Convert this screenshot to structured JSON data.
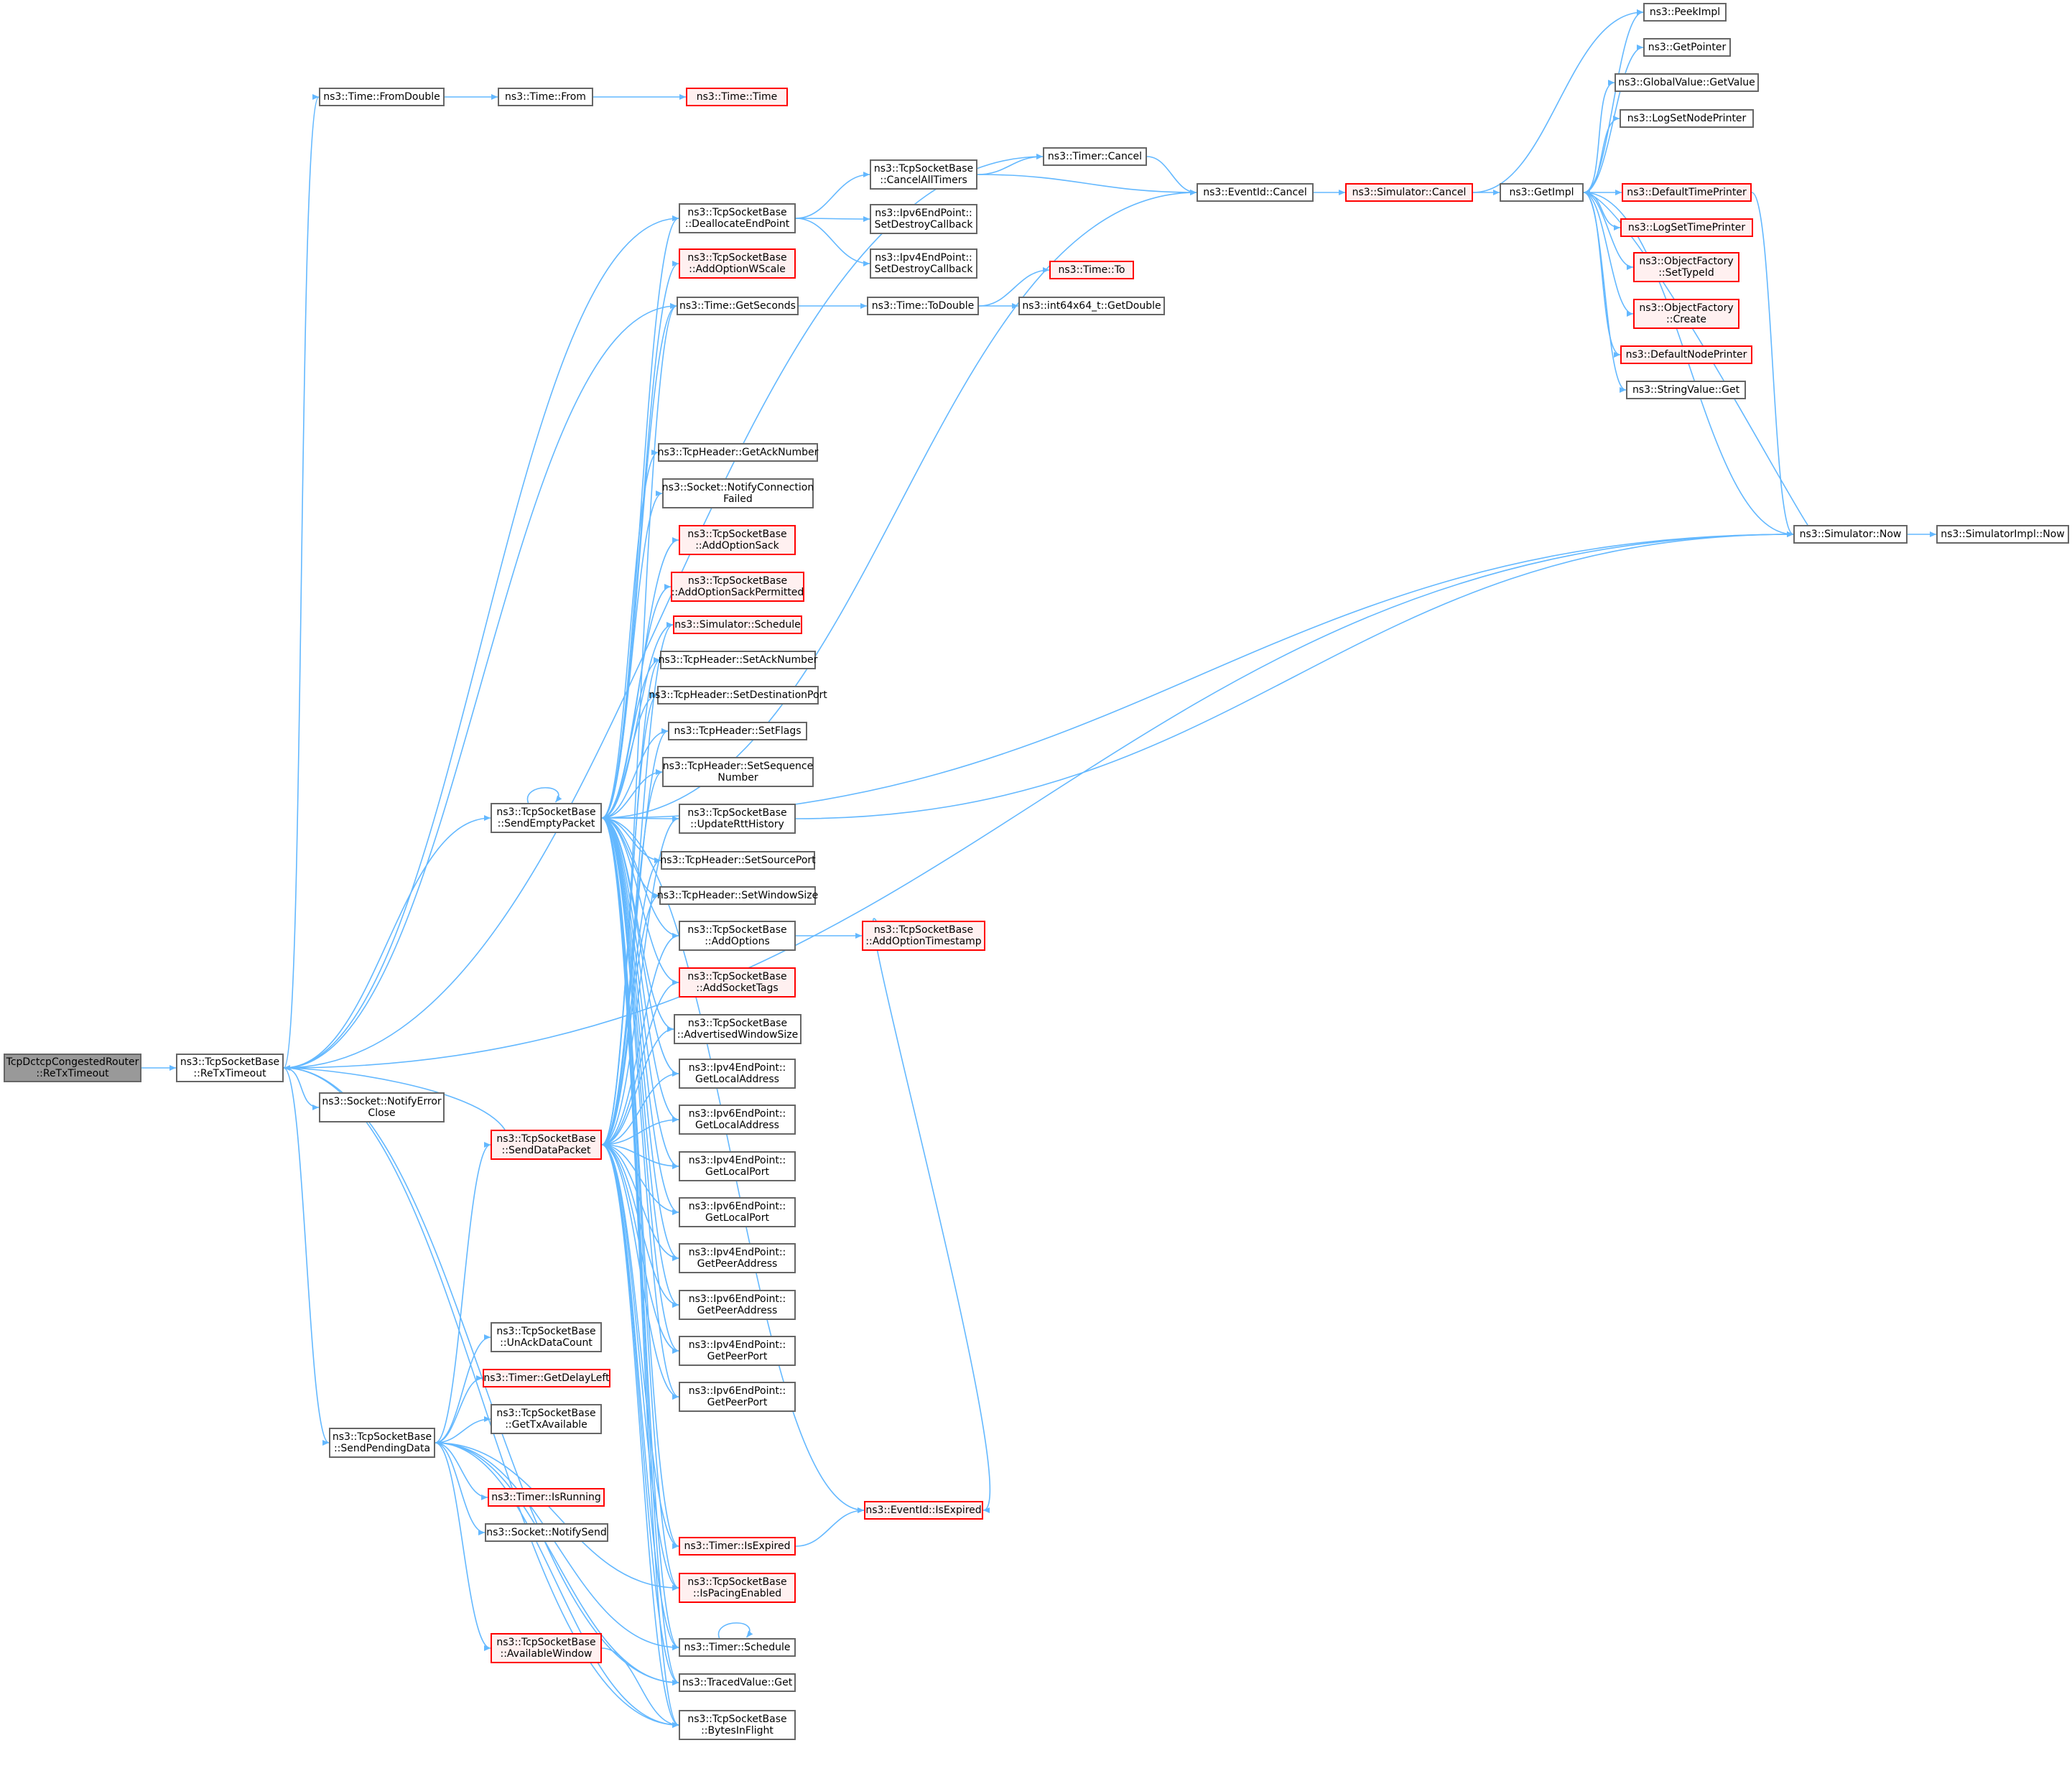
{
  "colors": {
    "edge": "#63b8ff",
    "border": "#666666",
    "red_border": "#ff0000",
    "red_fill": "#fff0f0",
    "root_fill": "#999999"
  },
  "nodes": [
    {
      "id": "n0",
      "label": "TcpDctcpCongestedRouter\n::ReTxTimeout",
      "style": "root"
    },
    {
      "id": "n1",
      "label": "ns3::TcpSocketBase\n::ReTxTimeout",
      "style": "normal"
    },
    {
      "id": "n2",
      "label": "ns3::Time::FromDouble",
      "style": "normal"
    },
    {
      "id": "n3",
      "label": "ns3::Time::From",
      "style": "normal"
    },
    {
      "id": "n4",
      "label": "ns3::Time::Time",
      "style": "red"
    },
    {
      "id": "n5",
      "label": "ns3::Timer::Cancel",
      "style": "normal"
    },
    {
      "id": "n6",
      "label": "ns3::EventId::Cancel",
      "style": "normal"
    },
    {
      "id": "n7",
      "label": "ns3::Simulator::Cancel",
      "style": "red"
    },
    {
      "id": "n8",
      "label": "ns3::GetImpl",
      "style": "normal"
    },
    {
      "id": "n9",
      "label": "ns3::PeekImpl",
      "style": "normal"
    },
    {
      "id": "n10",
      "label": "ns3::GetPointer",
      "style": "normal"
    },
    {
      "id": "n11",
      "label": "ns3::GlobalValue::GetValue",
      "style": "normal"
    },
    {
      "id": "n12",
      "label": "ns3::LogSetNodePrinter",
      "style": "normal"
    },
    {
      "id": "n13",
      "label": "ns3::DefaultTimePrinter",
      "style": "red"
    },
    {
      "id": "n14",
      "label": "ns3::LogSetTimePrinter",
      "style": "red"
    },
    {
      "id": "n15",
      "label": "ns3::ObjectFactory\n::SetTypeId",
      "style": "red"
    },
    {
      "id": "n16",
      "label": "ns3::ObjectFactory\n::Create",
      "style": "red"
    },
    {
      "id": "n17",
      "label": "ns3::DefaultNodePrinter",
      "style": "red"
    },
    {
      "id": "n18",
      "label": "ns3::StringValue::Get",
      "style": "normal"
    },
    {
      "id": "n19",
      "label": "ns3::Simulator::Now",
      "style": "normal"
    },
    {
      "id": "n20",
      "label": "ns3::SimulatorImpl::Now",
      "style": "normal"
    },
    {
      "id": "n21",
      "label": "ns3::TcpSocketBase\n::DeallocateEndPoint",
      "style": "normal"
    },
    {
      "id": "n22",
      "label": "ns3::TcpSocketBase\n::CancelAllTimers",
      "style": "normal"
    },
    {
      "id": "n23",
      "label": "ns3::Ipv6EndPoint::\nSetDestroyCallback",
      "style": "normal"
    },
    {
      "id": "n24",
      "label": "ns3::Ipv4EndPoint::\nSetDestroyCallback",
      "style": "normal"
    },
    {
      "id": "n25",
      "label": "ns3::TcpSocketBase\n::AddOptionWScale",
      "style": "red"
    },
    {
      "id": "n26",
      "label": "ns3::Time::GetSeconds",
      "style": "normal"
    },
    {
      "id": "n27",
      "label": "ns3::Time::ToDouble",
      "style": "normal"
    },
    {
      "id": "n28",
      "label": "ns3::Time::To",
      "style": "red"
    },
    {
      "id": "n29",
      "label": "ns3::int64x64_t::GetDouble",
      "style": "normal"
    },
    {
      "id": "n30",
      "label": "ns3::TcpHeader::GetAckNumber",
      "style": "normal"
    },
    {
      "id": "n31",
      "label": "ns3::Socket::NotifyConnection\nFailed",
      "style": "normal"
    },
    {
      "id": "n32",
      "label": "ns3::TcpSocketBase\n::AddOptionSack",
      "style": "red"
    },
    {
      "id": "n33",
      "label": "ns3::TcpSocketBase\n::AddOptionSackPermitted",
      "style": "red"
    },
    {
      "id": "n34",
      "label": "ns3::Simulator::Schedule",
      "style": "red"
    },
    {
      "id": "n35",
      "label": "ns3::TcpHeader::SetAckNumber",
      "style": "normal"
    },
    {
      "id": "n36",
      "label": "ns3::TcpHeader::SetDestinationPort",
      "style": "normal"
    },
    {
      "id": "n37",
      "label": "ns3::TcpHeader::SetFlags",
      "style": "normal"
    },
    {
      "id": "n38",
      "label": "ns3::TcpHeader::SetSequence\nNumber",
      "style": "normal"
    },
    {
      "id": "n39",
      "label": "ns3::TcpSocketBase\n::SendEmptyPacket",
      "style": "normal"
    },
    {
      "id": "n40",
      "label": "ns3::TcpSocketBase\n::UpdateRttHistory",
      "style": "normal"
    },
    {
      "id": "n41",
      "label": "ns3::TcpHeader::SetSourcePort",
      "style": "normal"
    },
    {
      "id": "n42",
      "label": "ns3::TcpHeader::SetWindowSize",
      "style": "normal"
    },
    {
      "id": "n43",
      "label": "ns3::TcpSocketBase\n::AddOptions",
      "style": "normal"
    },
    {
      "id": "n44",
      "label": "ns3::TcpSocketBase\n::AddOptionTimestamp",
      "style": "red"
    },
    {
      "id": "n45",
      "label": "ns3::TcpSocketBase\n::AddSocketTags",
      "style": "red"
    },
    {
      "id": "n46",
      "label": "ns3::TcpSocketBase\n::AdvertisedWindowSize",
      "style": "normal"
    },
    {
      "id": "n47",
      "label": "ns3::Socket::NotifyError\nClose",
      "style": "normal"
    },
    {
      "id": "n48",
      "label": "ns3::Ipv4EndPoint::\nGetLocalAddress",
      "style": "normal"
    },
    {
      "id": "n49",
      "label": "ns3::Ipv6EndPoint::\nGetLocalAddress",
      "style": "normal"
    },
    {
      "id": "n50",
      "label": "ns3::TcpSocketBase\n::SendDataPacket",
      "style": "red"
    },
    {
      "id": "n51",
      "label": "ns3::Ipv4EndPoint::\nGetLocalPort",
      "style": "normal"
    },
    {
      "id": "n52",
      "label": "ns3::Ipv6EndPoint::\nGetLocalPort",
      "style": "normal"
    },
    {
      "id": "n53",
      "label": "ns3::Ipv4EndPoint::\nGetPeerAddress",
      "style": "normal"
    },
    {
      "id": "n54",
      "label": "ns3::Ipv6EndPoint::\nGetPeerAddress",
      "style": "normal"
    },
    {
      "id": "n55",
      "label": "ns3::Ipv4EndPoint::\nGetPeerPort",
      "style": "normal"
    },
    {
      "id": "n56",
      "label": "ns3::TcpSocketBase\n::UnAckDataCount",
      "style": "normal"
    },
    {
      "id": "n57",
      "label": "ns3::Ipv6EndPoint::\nGetPeerPort",
      "style": "normal"
    },
    {
      "id": "n58",
      "label": "ns3::Timer::GetDelayLeft",
      "style": "red"
    },
    {
      "id": "n59",
      "label": "ns3::TcpSocketBase\n::GetTxAvailable",
      "style": "normal"
    },
    {
      "id": "n60",
      "label": "ns3::TcpSocketBase\n::SendPendingData",
      "style": "normal"
    },
    {
      "id": "n61",
      "label": "ns3::Timer::IsRunning",
      "style": "red"
    },
    {
      "id": "n62",
      "label": "ns3::EventId::IsExpired",
      "style": "red"
    },
    {
      "id": "n63",
      "label": "ns3::Socket::NotifySend",
      "style": "normal"
    },
    {
      "id": "n64",
      "label": "ns3::Timer::IsExpired",
      "style": "red"
    },
    {
      "id": "n65",
      "label": "ns3::TcpSocketBase\n::IsPacingEnabled",
      "style": "red"
    },
    {
      "id": "n66",
      "label": "ns3::TcpSocketBase\n::AvailableWindow",
      "style": "red"
    },
    {
      "id": "n67",
      "label": "ns3::Timer::Schedule",
      "style": "normal"
    },
    {
      "id": "n68",
      "label": "ns3::TracedValue::Get",
      "style": "normal"
    },
    {
      "id": "n69",
      "label": "ns3::TcpSocketBase\n::BytesInFlight",
      "style": "normal"
    }
  ],
  "edges": [
    [
      "n0",
      "n1"
    ],
    [
      "n1",
      "n2"
    ],
    [
      "n1",
      "n5"
    ],
    [
      "n1",
      "n21"
    ],
    [
      "n1",
      "n26"
    ],
    [
      "n1",
      "n39"
    ],
    [
      "n1",
      "n47"
    ],
    [
      "n1",
      "n60"
    ],
    [
      "n1",
      "n68"
    ],
    [
      "n1",
      "n69"
    ],
    [
      "n1",
      "n19"
    ],
    [
      "n2",
      "n3"
    ],
    [
      "n3",
      "n4"
    ],
    [
      "n5",
      "n6"
    ],
    [
      "n6",
      "n7"
    ],
    [
      "n7",
      "n8"
    ],
    [
      "n7",
      "n9"
    ],
    [
      "n8",
      "n9"
    ],
    [
      "n8",
      "n10"
    ],
    [
      "n8",
      "n11"
    ],
    [
      "n8",
      "n12"
    ],
    [
      "n8",
      "n13"
    ],
    [
      "n8",
      "n14"
    ],
    [
      "n8",
      "n15"
    ],
    [
      "n8",
      "n16"
    ],
    [
      "n8",
      "n17"
    ],
    [
      "n8",
      "n18"
    ],
    [
      "n8",
      "n19"
    ],
    [
      "n13",
      "n19"
    ],
    [
      "n19",
      "n20"
    ],
    [
      "n19",
      "n8"
    ],
    [
      "n21",
      "n22"
    ],
    [
      "n21",
      "n23"
    ],
    [
      "n21",
      "n24"
    ],
    [
      "n22",
      "n5"
    ],
    [
      "n22",
      "n6"
    ],
    [
      "n26",
      "n27"
    ],
    [
      "n27",
      "n28"
    ],
    [
      "n27",
      "n29"
    ],
    [
      "n39",
      "n6"
    ],
    [
      "n39",
      "n19"
    ],
    [
      "n39",
      "n21"
    ],
    [
      "n39",
      "n25"
    ],
    [
      "n39",
      "n26"
    ],
    [
      "n39",
      "n30"
    ],
    [
      "n39",
      "n31"
    ],
    [
      "n39",
      "n32"
    ],
    [
      "n39",
      "n33"
    ],
    [
      "n39",
      "n34"
    ],
    [
      "n39",
      "n35"
    ],
    [
      "n39",
      "n36"
    ],
    [
      "n39",
      "n37"
    ],
    [
      "n39",
      "n38"
    ],
    [
      "n39",
      "n39"
    ],
    [
      "n39",
      "n40"
    ],
    [
      "n39",
      "n41"
    ],
    [
      "n39",
      "n42"
    ],
    [
      "n39",
      "n43"
    ],
    [
      "n39",
      "n45"
    ],
    [
      "n39",
      "n46"
    ],
    [
      "n39",
      "n48"
    ],
    [
      "n39",
      "n49"
    ],
    [
      "n39",
      "n51"
    ],
    [
      "n39",
      "n52"
    ],
    [
      "n39",
      "n53"
    ],
    [
      "n39",
      "n54"
    ],
    [
      "n39",
      "n55"
    ],
    [
      "n39",
      "n57"
    ],
    [
      "n39",
      "n62"
    ],
    [
      "n39",
      "n64"
    ],
    [
      "n39",
      "n65"
    ],
    [
      "n39",
      "n67"
    ],
    [
      "n39",
      "n68"
    ],
    [
      "n39",
      "n69"
    ],
    [
      "n40",
      "n19"
    ],
    [
      "n43",
      "n44"
    ],
    [
      "n44",
      "n62"
    ],
    [
      "n64",
      "n62"
    ],
    [
      "n67",
      "n67"
    ],
    [
      "n50",
      "n1"
    ],
    [
      "n50",
      "n26"
    ],
    [
      "n50",
      "n34"
    ],
    [
      "n50",
      "n35"
    ],
    [
      "n50",
      "n36"
    ],
    [
      "n50",
      "n37"
    ],
    [
      "n50",
      "n38"
    ],
    [
      "n50",
      "n40"
    ],
    [
      "n50",
      "n41"
    ],
    [
      "n50",
      "n42"
    ],
    [
      "n50",
      "n43"
    ],
    [
      "n50",
      "n45"
    ],
    [
      "n50",
      "n46"
    ],
    [
      "n50",
      "n48"
    ],
    [
      "n50",
      "n49"
    ],
    [
      "n50",
      "n51"
    ],
    [
      "n50",
      "n52"
    ],
    [
      "n50",
      "n53"
    ],
    [
      "n50",
      "n54"
    ],
    [
      "n50",
      "n55"
    ],
    [
      "n50",
      "n57"
    ],
    [
      "n50",
      "n64"
    ],
    [
      "n50",
      "n65"
    ],
    [
      "n50",
      "n67"
    ],
    [
      "n50",
      "n68"
    ],
    [
      "n50",
      "n69"
    ],
    [
      "n60",
      "n50"
    ],
    [
      "n60",
      "n56"
    ],
    [
      "n60",
      "n58"
    ],
    [
      "n60",
      "n59"
    ],
    [
      "n60",
      "n61"
    ],
    [
      "n60",
      "n63"
    ],
    [
      "n60",
      "n66"
    ],
    [
      "n60",
      "n65"
    ],
    [
      "n60",
      "n67"
    ],
    [
      "n60",
      "n68"
    ],
    [
      "n60",
      "n69"
    ],
    [
      "n66",
      "n69"
    ]
  ]
}
